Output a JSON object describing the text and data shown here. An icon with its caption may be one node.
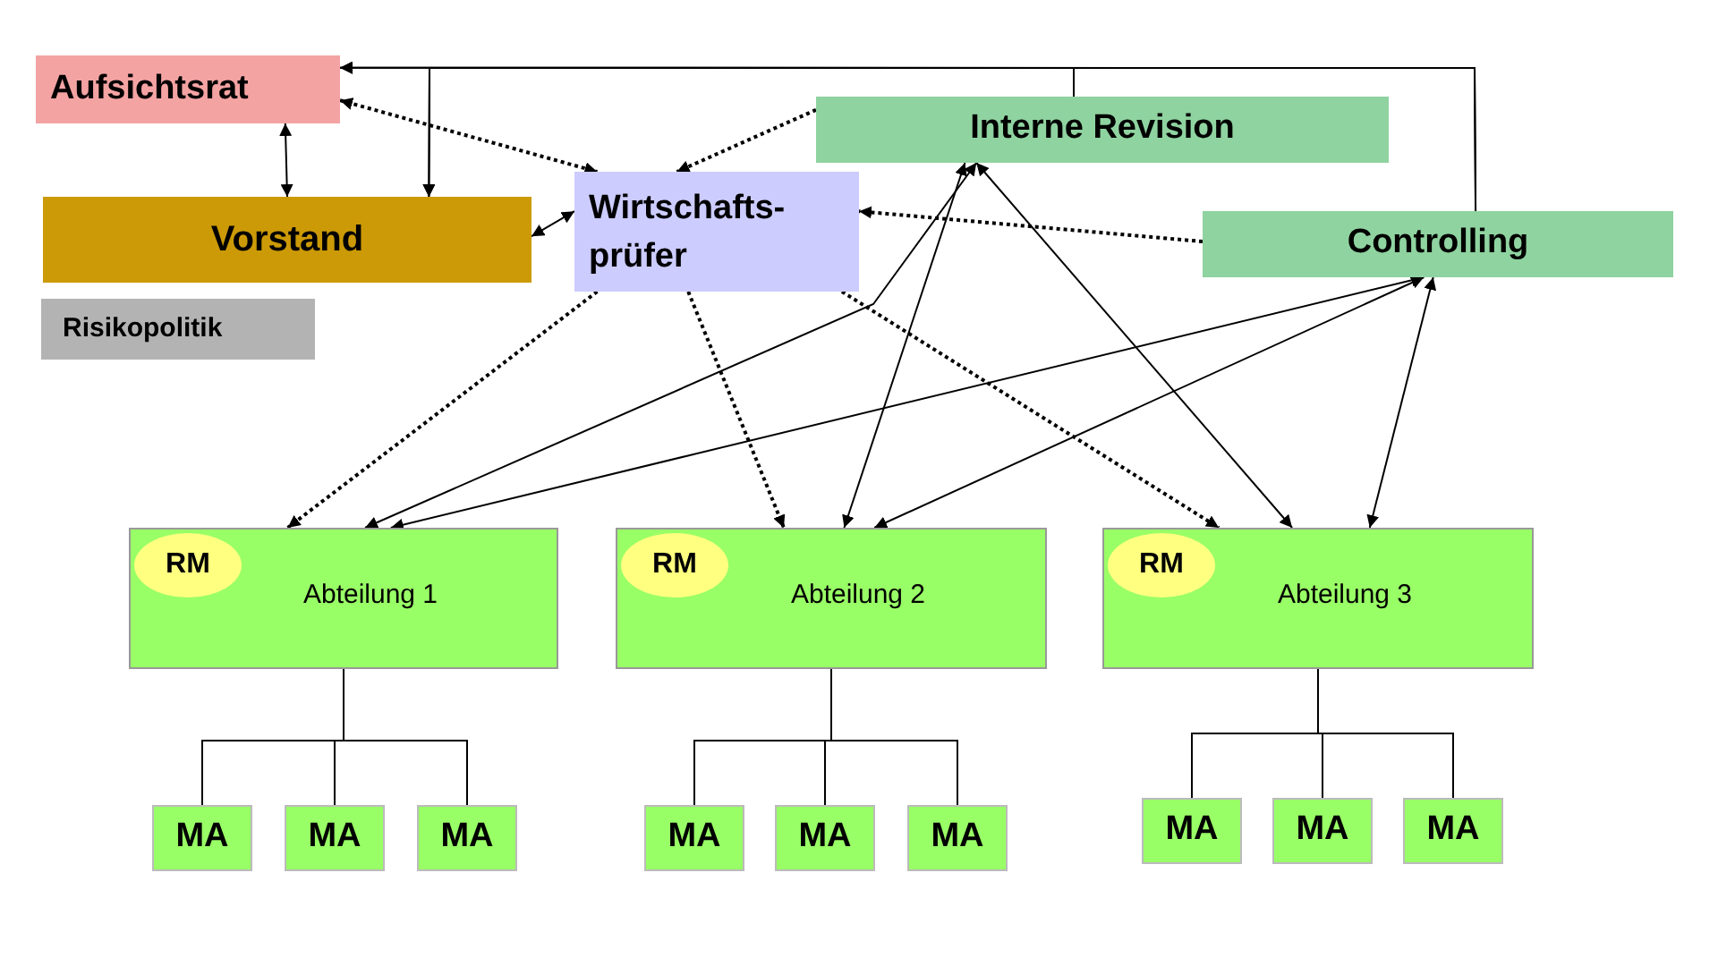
{
  "diagram": {
    "nodes": [
      {
        "text": [
          "Aufsichtsrat"
        ]
      },
      {
        "text": [
          "Vorstand"
        ]
      },
      {
        "text": [
          "Risikopolitik"
        ]
      },
      {
        "text": [
          "Wirtschafts- prüfer"
        ]
      },
      {
        "text": [
          "Interne Revision"
        ]
      },
      {
        "text": [
          "Controlling"
        ]
      },
      {
        "text": [
          "Abteilung 1"
        ]
      },
      {
        "text": [
          "RM"
        ],
        "in": 6
      },
      {
        "text": [
          "Abteilung 2"
        ]
      },
      {
        "text": [
          "RM"
        ],
        "in": 8
      },
      {
        "text": [
          "Abteilung 3"
        ]
      },
      {
        "text": [
          "RM"
        ],
        "in": 10
      },
      {
        "text": [
          "MA"
        ]
      },
      {
        "text": [
          "MA"
        ]
      },
      {
        "text": [
          "MA"
        ]
      },
      {
        "text": [
          "MA"
        ]
      },
      {
        "text": [
          "MA"
        ]
      },
      {
        "text": [
          "MA"
        ]
      },
      {
        "text": [
          "MA"
        ]
      },
      {
        "text": [
          "MA"
        ]
      },
      {
        "text": [
          "MA"
        ]
      }
    ],
    "edges": [
      {
        "from": 0,
        "to": 1,
        "arrow": "both"
      },
      {
        "from": 4,
        "to": 0,
        "arrow": "to"
      },
      {
        "from": 4,
        "to": 1,
        "arrow": "to"
      },
      {
        "from": 5,
        "to": 0,
        "arrow": "to"
      },
      {
        "from": 5,
        "to": 1,
        "arrow": "to"
      },
      {
        "from": 0,
        "to": 3,
        "arrow": "both",
        "style": "dashed"
      },
      {
        "from": 4,
        "to": 3,
        "arrow": "to",
        "style": "dashed"
      },
      {
        "from": 1,
        "to": 3,
        "arrow": "both"
      },
      {
        "from": 5,
        "to": 3,
        "arrow": "to",
        "style": "dashed"
      },
      {
        "from": 3,
        "to": 6,
        "arrow": "to",
        "style": "dashed"
      },
      {
        "from": 3,
        "to": 8,
        "arrow": "to",
        "style": "dashed"
      },
      {
        "from": 3,
        "to": 10,
        "arrow": "to",
        "style": "dashed"
      },
      {
        "from": 4,
        "to": 6,
        "arrow": "both"
      },
      {
        "from": 4,
        "to": 8,
        "arrow": "both"
      },
      {
        "from": 4,
        "to": 10,
        "arrow": "both"
      },
      {
        "from": 5,
        "to": 6,
        "arrow": "both"
      },
      {
        "from": 5,
        "to": 8,
        "arrow": "both"
      },
      {
        "from": 5,
        "to": 10,
        "arrow": "both"
      },
      {
        "from": 6,
        "to": 12,
        "arrow": "none"
      },
      {
        "from": 6,
        "to": 13,
        "arrow": "none"
      },
      {
        "from": 6,
        "to": 14,
        "arrow": "none"
      },
      {
        "from": 8,
        "to": 15,
        "arrow": "none"
      },
      {
        "from": 8,
        "to": 16,
        "arrow": "none"
      },
      {
        "from": 8,
        "to": 17,
        "arrow": "none"
      },
      {
        "from": 10,
        "to": 18,
        "arrow": "none"
      },
      {
        "from": 10,
        "to": 19,
        "arrow": "none"
      },
      {
        "from": 10,
        "to": 20,
        "arrow": "none"
      }
    ]
  }
}
